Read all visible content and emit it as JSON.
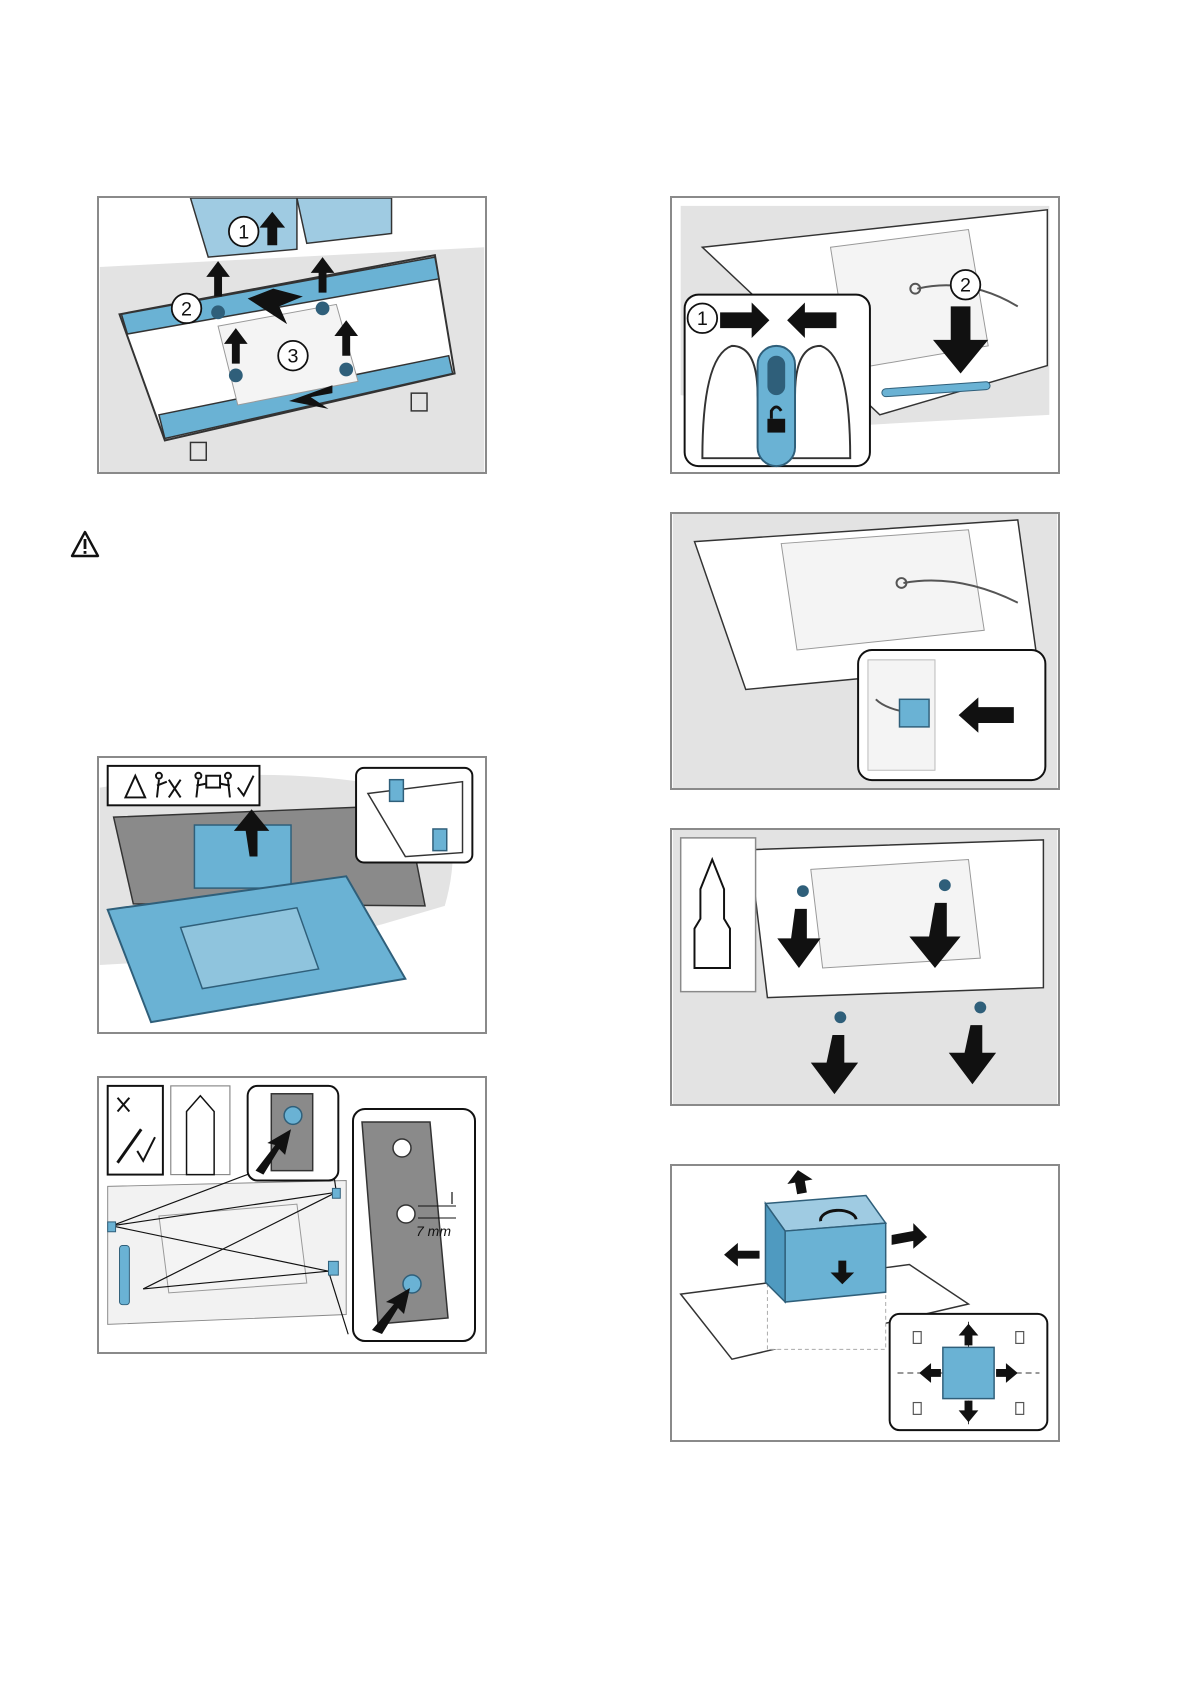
{
  "colors": {
    "accent": "#6ab2d4",
    "accent_dark": "#2f5f7a",
    "frame": "#8a8a8a",
    "floor": "#e3e3e3",
    "arrow": "#111111"
  },
  "icons": {
    "warning": "warning-triangle-icon",
    "unlock": "unlock-icon",
    "torx": "torx-bit-icon",
    "screwdriver": "screwdriver-icon"
  },
  "fig1": {
    "c1": "1",
    "c2": "2",
    "c3": "3"
  },
  "fig2": {
    "c1": "1",
    "c2": "2"
  },
  "fig8": {
    "measure": "7 mm"
  }
}
